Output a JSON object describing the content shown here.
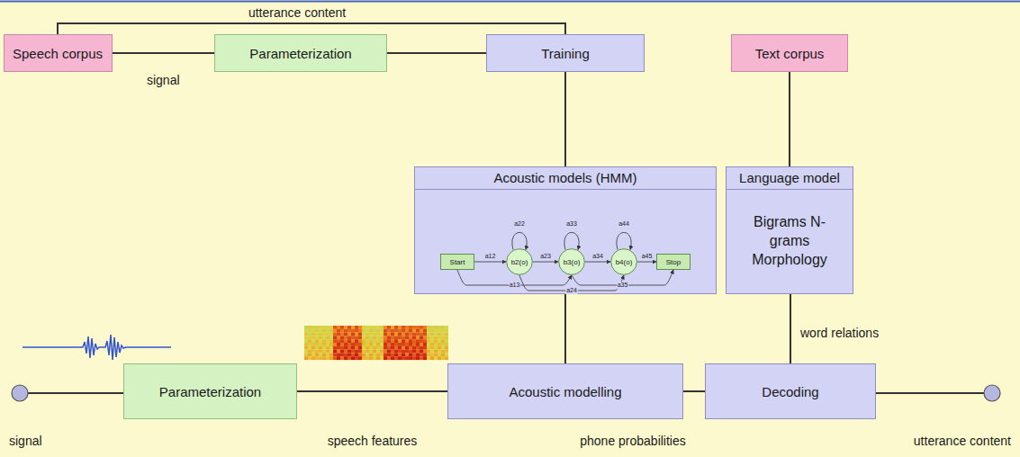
{
  "diagram": {
    "nodes": [
      {
        "text": [
          "Speech corpus"
        ]
      },
      {
        "text": [
          "Parameterization"
        ]
      },
      {
        "text": [
          "Training"
        ]
      },
      {
        "text": [
          "Text corpus"
        ]
      },
      {
        "text": [
          "Acoustic models (HMM)"
        ]
      },
      {
        "text": [
          "Start"
        ],
        "in": 4
      },
      {
        "text": [
          "b2(o)"
        ],
        "in": 4
      },
      {
        "text": [
          "b3(o)"
        ],
        "in": 4
      },
      {
        "text": [
          "b4(o)"
        ],
        "in": 4
      },
      {
        "text": [
          "Stop"
        ],
        "in": 4
      },
      {
        "text": [
          "Language model",
          "Bigrams N-grams Morphology"
        ]
      },
      {
        "text": [
          "Parameterization"
        ]
      },
      {
        "text": [
          "Acoustic modelling"
        ]
      },
      {
        "text": [
          "Decoding"
        ]
      }
    ],
    "edges": [
      {
        "from": 0,
        "to": 2,
        "label": "utterance content",
        "arrow": "none"
      },
      {
        "from": 0,
        "to": 1,
        "label": "signal",
        "arrow": "none"
      },
      {
        "from": 1,
        "to": 2,
        "arrow": "none"
      },
      {
        "from": 2,
        "to": 4,
        "arrow": "none"
      },
      {
        "from": 3,
        "to": 10,
        "arrow": "none"
      },
      {
        "from": 5,
        "to": 6,
        "label": "a12",
        "arrow": "to"
      },
      {
        "from": 6,
        "to": 7,
        "label": "a23",
        "arrow": "to"
      },
      {
        "from": 7,
        "to": 8,
        "label": "a34",
        "arrow": "to"
      },
      {
        "from": 8,
        "to": 9,
        "label": "a45",
        "arrow": "to"
      },
      {
        "from": 5,
        "to": 7,
        "label": "a13",
        "arrow": "to"
      },
      {
        "from": 6,
        "to": 8,
        "label": "a24",
        "arrow": "to"
      },
      {
        "from": 7,
        "to": 9,
        "label": "a35",
        "arrow": "to"
      },
      {
        "from": 4,
        "to": 12,
        "arrow": "none"
      },
      {
        "from": 10,
        "to": 13,
        "label": "word relations",
        "arrow": "none"
      },
      {
        "from": 11,
        "to": 12,
        "label": "speech features",
        "arrow": "none"
      },
      {
        "from": 12,
        "to": 13,
        "label": "phone probabilities",
        "arrow": "none"
      }
    ],
    "labels": [
      "a22",
      "a33",
      "a44",
      "signal",
      "utterance content"
    ]
  }
}
